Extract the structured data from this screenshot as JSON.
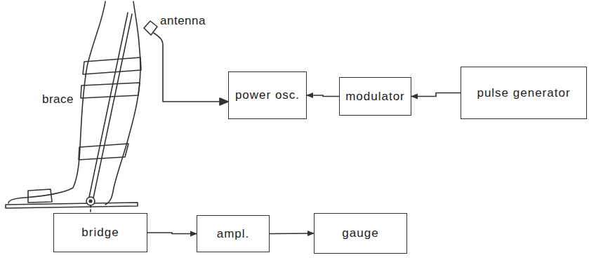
{
  "diagram": {
    "nodes": [
      {
        "text": [
          "power osc."
        ]
      },
      {
        "text": [
          "modulator"
        ]
      },
      {
        "text": [
          "pulse generator"
        ]
      },
      {
        "text": [
          "bridge"
        ]
      },
      {
        "text": [
          "ampl."
        ]
      },
      {
        "text": [
          "gauge"
        ]
      }
    ],
    "edges": [
      {
        "from": 2,
        "to": 1,
        "arrow": "to"
      },
      {
        "from": 1,
        "to": 0,
        "arrow": "to"
      },
      {
        "from": 3,
        "to": 4,
        "arrow": "to"
      },
      {
        "from": 4,
        "to": 5,
        "arrow": "to"
      }
    ],
    "labels": [
      "antenna",
      "brace"
    ]
  }
}
